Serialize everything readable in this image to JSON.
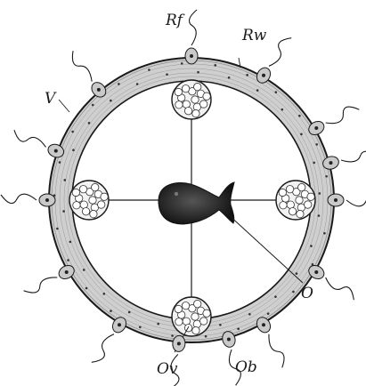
{
  "labels": {
    "rf": "Rf",
    "rw": "Rw",
    "v": "V",
    "o": "O",
    "ov": "Ov",
    "ob": "Ob"
  },
  "colors": {
    "ink": "#1a1a1a",
    "ring_fill": "#cfcfcf",
    "background": "#ffffff"
  }
}
